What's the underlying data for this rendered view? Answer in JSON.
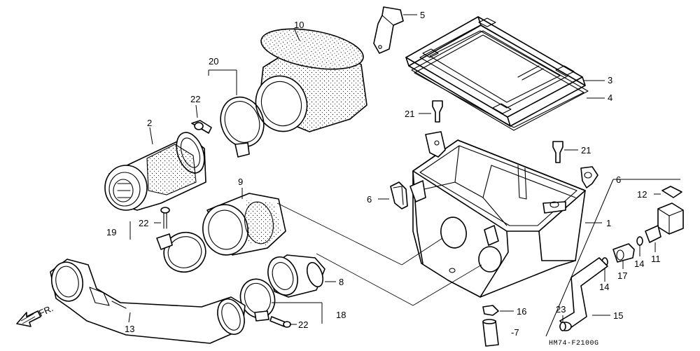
{
  "labels": {
    "p1": "1",
    "p2": "2",
    "p3": "3",
    "p4": "4",
    "p5": "5",
    "p6a": "6",
    "p6b": "6",
    "p7": "-7",
    "p8": "8",
    "p9": "9",
    "p10": "10",
    "p11": "11",
    "p12": "12",
    "p13": "13",
    "p14a": "14",
    "p14b": "14",
    "p15": "15",
    "p16": "16",
    "p17": "17",
    "p18": "18",
    "p19": "19",
    "p20": "20",
    "p21a": "21",
    "p21b": "21",
    "p22a": "22",
    "p22b": "22",
    "p22c": "22",
    "p23": "23"
  },
  "direction_label": "FR.",
  "diagram_code": "HM74-F2100G"
}
